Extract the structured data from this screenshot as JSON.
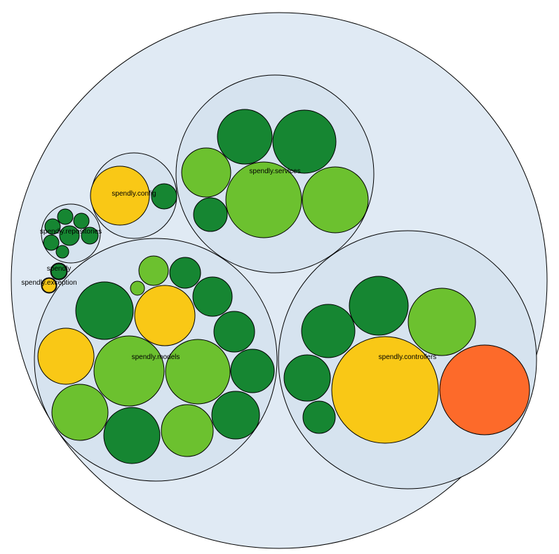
{
  "colors": {
    "root_fill": "#e0eaf4",
    "package_fill": "#d6e3ef",
    "dark_green": "#168632",
    "light_green": "#6cc12f",
    "yellow": "#f9c816",
    "orange": "#fd6a2a",
    "stroke": "#000000"
  },
  "diagram": {
    "packages": [
      {
        "id": "spendly_services",
        "label": "spendly.services"
      },
      {
        "id": "spendly_controllers",
        "label": "spendly.controllers"
      },
      {
        "id": "spendly_models",
        "label": "spendly.models"
      },
      {
        "id": "spendly_config",
        "label": "spendly.config"
      },
      {
        "id": "spendly_repositories",
        "label": "spendly.repositories"
      },
      {
        "id": "spendly",
        "label": "spendly"
      },
      {
        "id": "spendly_exception",
        "label": "spendly.exception"
      }
    ],
    "leaf_status": {
      "spendly_services": [
        "dark",
        "dark",
        "light",
        "light",
        "light",
        "dark"
      ],
      "spendly_controllers": [
        "dark",
        "dark",
        "light",
        "dark",
        "yellow",
        "orange",
        "dark"
      ],
      "spendly_models": [
        "light",
        "dark",
        "light",
        "dark",
        "yellow",
        "dark",
        "yellow",
        "light",
        "light",
        "dark",
        "dark",
        "light",
        "dark",
        "light",
        "dark"
      ],
      "spendly_config": [
        "yellow",
        "dark"
      ],
      "spendly_repositories": [
        "dark",
        "dark",
        "dark",
        "dark",
        "dark",
        "dark",
        "dark"
      ],
      "spendly": [
        "dark"
      ],
      "spendly_exception": [
        "yellow"
      ]
    }
  }
}
